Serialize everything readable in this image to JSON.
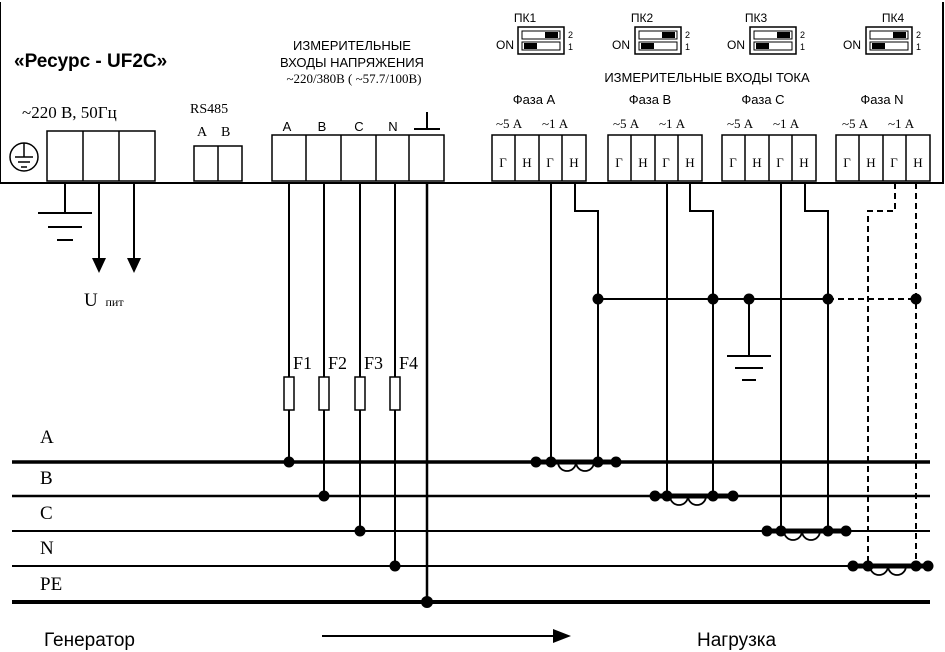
{
  "device": {
    "title": "«Ресурс - UF2C»",
    "power_label": "~220 В, 50Гц",
    "rs485": {
      "label": "RS485",
      "a": "A",
      "b": "B"
    },
    "voltage_inputs": {
      "title_line1": "ИЗМЕРИТЕЛЬНЫЕ",
      "title_line2": "ВХОДЫ НАПРЯЖЕНИЯ",
      "title_line3": "~220/380В ( ~57.7/100В)",
      "terminals": [
        "A",
        "B",
        "C",
        "N"
      ]
    },
    "current_inputs": {
      "title": "ИЗМЕРИТЕЛЬНЫЕ ВХОДЫ ТОКА",
      "range_5": "~5 А",
      "range_1": "~1 А",
      "term_g": "Г",
      "term_n": "Н",
      "phases": [
        "Фаза А",
        "Фаза В",
        "Фаза С",
        "Фаза N"
      ]
    },
    "switches": {
      "labels": [
        "ПК1",
        "ПК2",
        "ПК3",
        "ПК4"
      ],
      "on_label": "ON",
      "pos_2": "2",
      "pos_1": "1"
    }
  },
  "supply_label": {
    "main": "U",
    "sub": "пит"
  },
  "fuses": [
    "F1",
    "F2",
    "F3",
    "F4"
  ],
  "buses": [
    "A",
    "B",
    "C",
    "N",
    "PE"
  ],
  "flow": {
    "from": "Генератор",
    "to": "Нагрузка"
  }
}
